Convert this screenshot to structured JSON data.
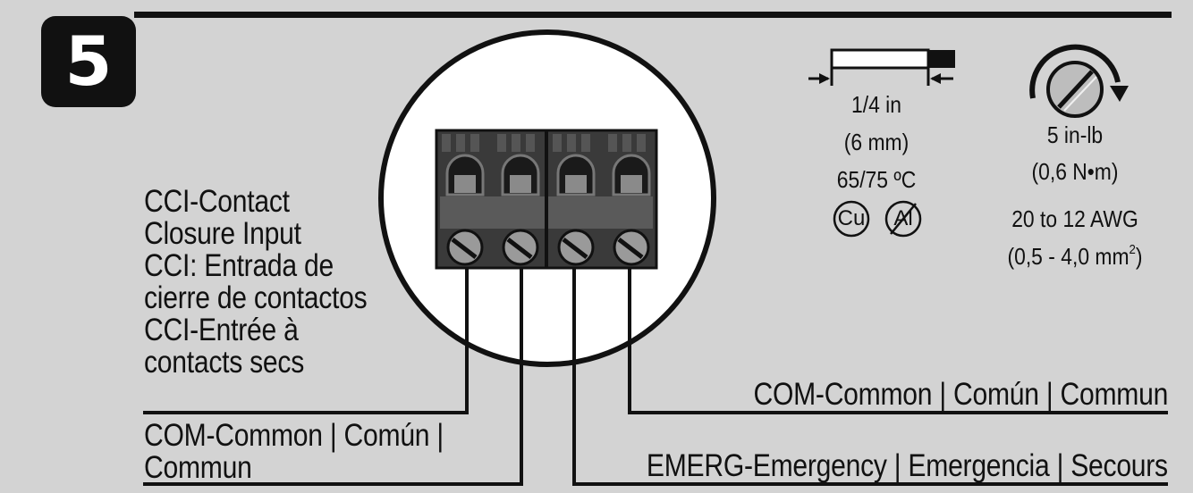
{
  "step": {
    "number": "5"
  },
  "strip_spec": {
    "length": "1/4 in",
    "length_metric": "(6 mm)",
    "temperature": "65/75 ºC",
    "copper_symbol": "Cu",
    "aluminum_symbol": "Al"
  },
  "torque_spec": {
    "torque": "5 in-lb",
    "torque_metric": "(0,6 N•m)",
    "wire_gauge": "20 to 12 AWG",
    "wire_area": "(0,5 - 4,0 mm",
    "wire_area_sup": "2",
    "wire_area_close": ")"
  },
  "labels": {
    "cci_lines": [
      "CCI-Contact",
      "Closure Input",
      "CCI: Entrada de",
      "cierre de contactos",
      "CCI-Entrée à",
      "contacts secs"
    ],
    "com_left_line1": "COM-Common | Común |",
    "com_left_line2": "Commun",
    "com_right": "COM-Common | Común | Commun",
    "emerg": "EMERG-Emergency | Emergencia | Secours"
  }
}
